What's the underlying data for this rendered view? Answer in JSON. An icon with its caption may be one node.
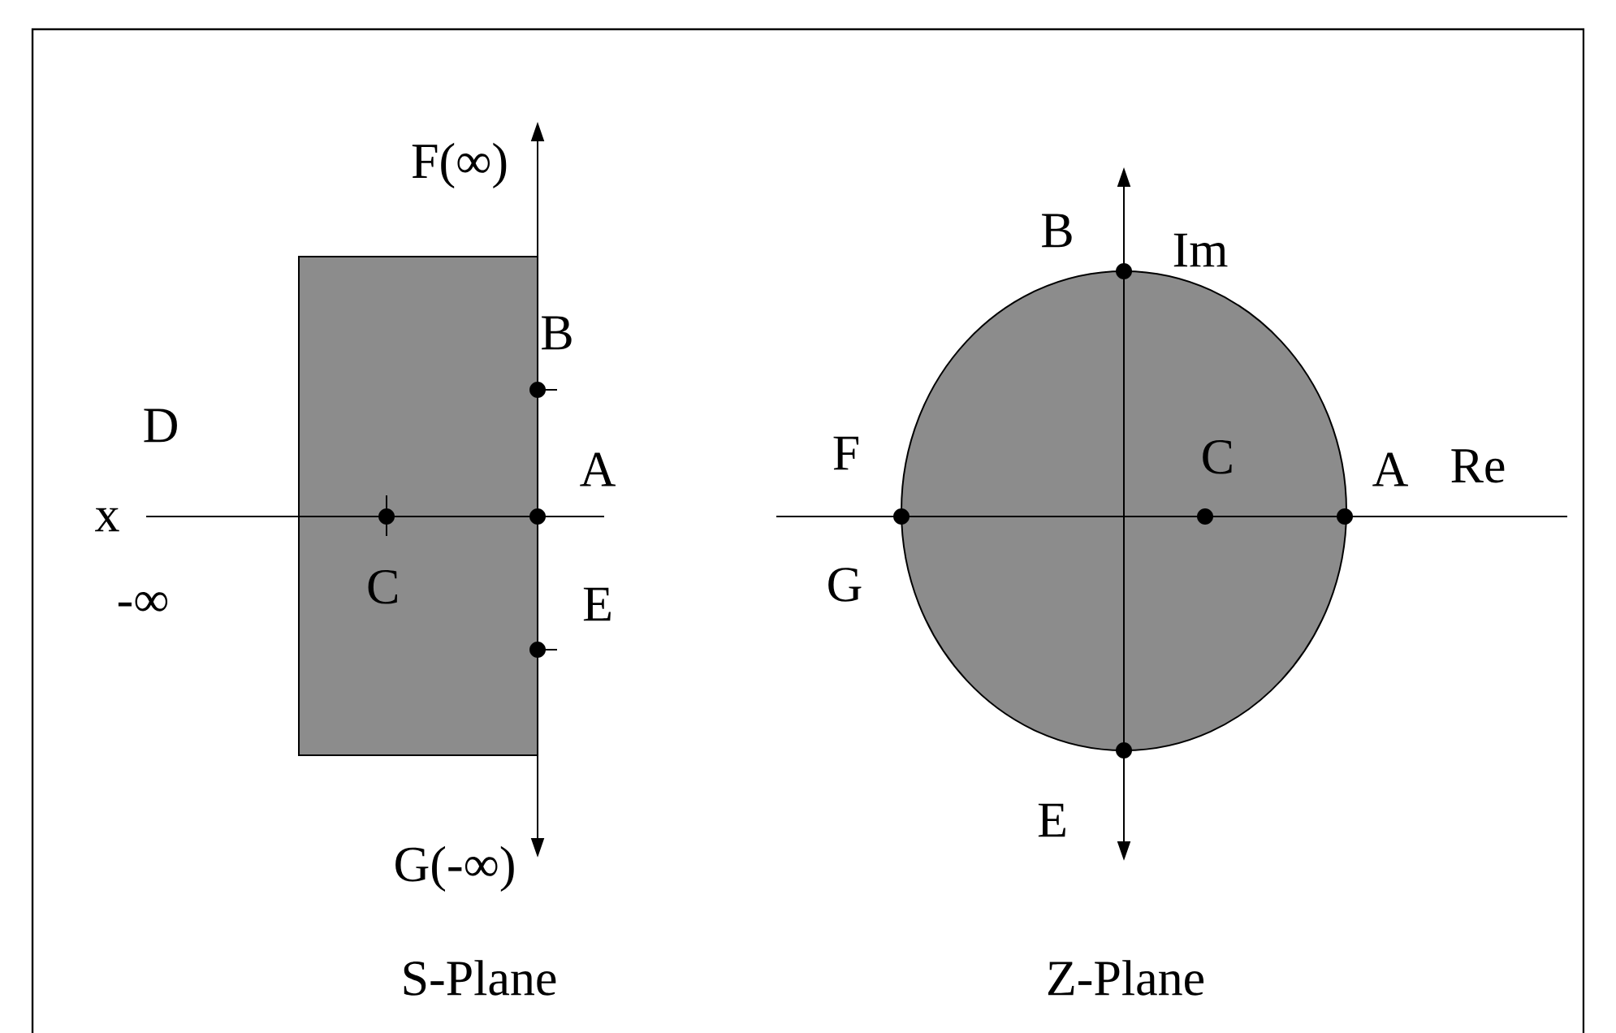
{
  "diagram": {
    "nodes": [
      {
        "text": [
          "C"
        ]
      },
      {
        "text": [
          "C"
        ]
      }
    ],
    "labels": [
      "F(∞)",
      "B",
      "D",
      "A",
      "x",
      "-∞",
      "E",
      "G(-∞)",
      "S-Plane",
      "B",
      "Im",
      "F",
      "A",
      "Re",
      "G",
      "E",
      "Z-Plane"
    ]
  }
}
